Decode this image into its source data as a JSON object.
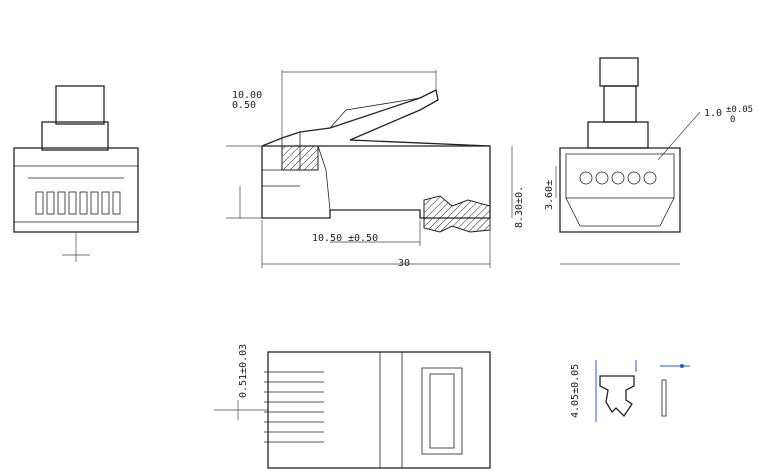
{
  "dims": {
    "tol_top_1": "10.00",
    "tol_top_2": "0.50",
    "base_len": "10.50",
    "base_tol": "±0.50",
    "overall_len": "30",
    "height": "8.30±0.",
    "inner_height": "3.60±",
    "hole_dia": "1.0",
    "hole_tol": "±0.05",
    "hole_tol_sub": "0",
    "pitch": "0.51±0.03",
    "clip_height": "4.05±0.05"
  }
}
